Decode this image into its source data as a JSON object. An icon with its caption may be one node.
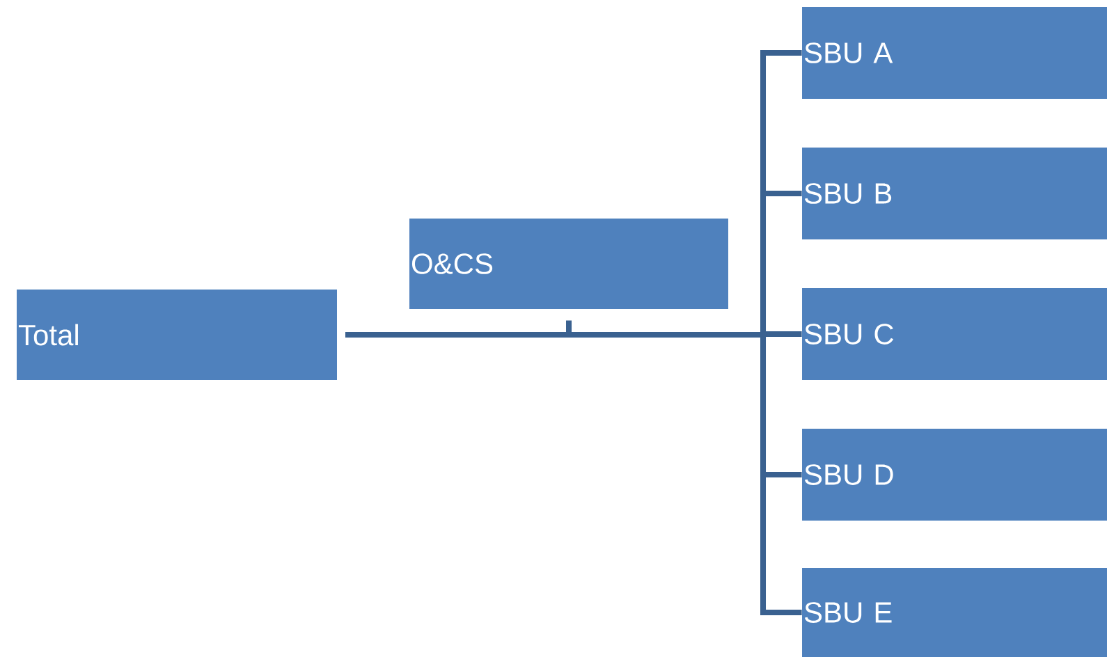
{
  "diagram": {
    "nodes": [
      {
        "text": [
          "Total"
        ]
      },
      {
        "text": [
          "O&CS"
        ]
      },
      {
        "text": [
          "SBU A"
        ]
      },
      {
        "text": [
          "SBU B"
        ]
      },
      {
        "text": [
          "SBU C"
        ]
      },
      {
        "text": [
          "SBU D"
        ]
      },
      {
        "text": [
          "SBU E"
        ]
      }
    ],
    "edges": [
      {
        "from": 0,
        "to": 1,
        "arrow": "none"
      },
      {
        "from": 0,
        "to": 2,
        "arrow": "none"
      },
      {
        "from": 0,
        "to": 3,
        "arrow": "none"
      },
      {
        "from": 0,
        "to": 4,
        "arrow": "none"
      },
      {
        "from": 0,
        "to": 5,
        "arrow": "none"
      },
      {
        "from": 0,
        "to": 6,
        "arrow": "none"
      }
    ]
  }
}
